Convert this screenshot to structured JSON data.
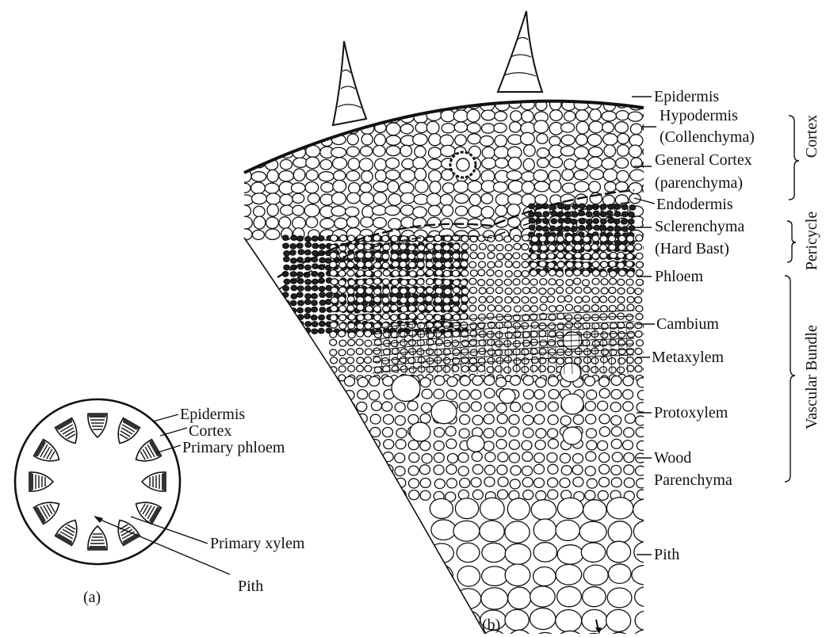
{
  "figure_a": {
    "caption": "(a)",
    "labels": {
      "epidermis": "Epidermis",
      "cortex": "Cortex",
      "primary_phloem": "Primary phloem",
      "primary_xylem": "Primary xylem",
      "pith": "Pith"
    }
  },
  "figure_b": {
    "caption": "(b)",
    "labels": {
      "epidermis": "Epidermis",
      "hypodermis": "Hypodermis",
      "collenchyma": "(Collenchyma)",
      "general_cortex": "General Cortex",
      "parenchyma": "(parenchyma)",
      "endodermis": "Endodermis",
      "sclerenchyma": "Sclerenchyma",
      "hard_bast": "(Hard Bast)",
      "phloem": "Phloem",
      "cambium": "Cambium",
      "metaxylem": "Metaxylem",
      "protoxylem": "Protoxylem",
      "wood": "Wood",
      "wood_parenchyma": "Parenchyma",
      "pith": "Pith"
    },
    "groups": {
      "cortex": "Cortex",
      "pericycle": "Pericycle",
      "vascular_bundle": "Vascular Bundle"
    }
  }
}
